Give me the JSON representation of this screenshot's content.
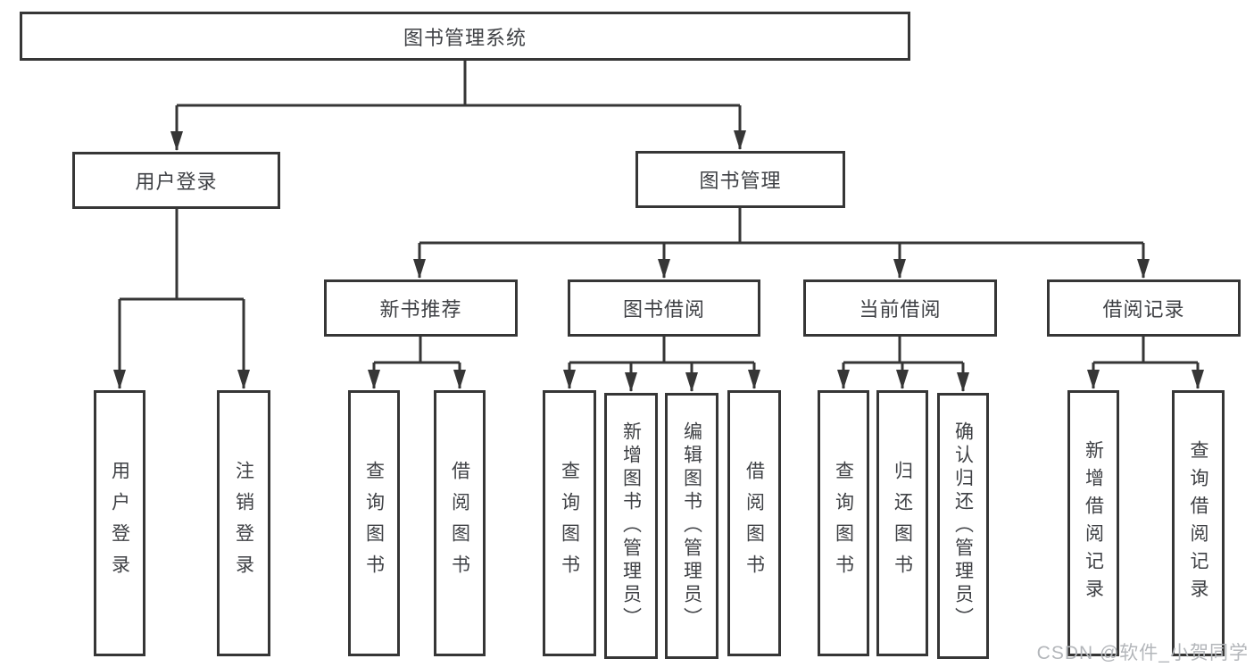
{
  "diagram": {
    "type": "hierarchy-tree",
    "colors": {
      "line": "#363636",
      "box_border": "#363636",
      "text": "#3f4145",
      "background": "#ffffff",
      "watermark_text_color": "#b3b6ba"
    },
    "tree": {
      "root": {
        "label": "图书管理系统",
        "children": [
          {
            "label": "用户登录",
            "children": [
              {
                "label": "用户登录"
              },
              {
                "label": "注销登录"
              }
            ]
          },
          {
            "label": "图书管理",
            "children": [
              {
                "label": "新书推荐",
                "children": [
                  {
                    "label": "查询图书"
                  },
                  {
                    "label": "借阅图书"
                  }
                ]
              },
              {
                "label": "图书借阅",
                "children": [
                  {
                    "label": "查询图书"
                  },
                  {
                    "label": "新增图书（管理员）"
                  },
                  {
                    "label": "编辑图书（管理员）"
                  },
                  {
                    "label": "借阅图书"
                  }
                ]
              },
              {
                "label": "当前借阅",
                "children": [
                  {
                    "label": "查询图书"
                  },
                  {
                    "label": "归还图书"
                  },
                  {
                    "label": "确认归还（管理员）"
                  }
                ]
              },
              {
                "label": "借阅记录",
                "children": [
                  {
                    "label": "新增借阅记录"
                  },
                  {
                    "label": "查询借阅记录"
                  }
                ]
              }
            ]
          }
        ]
      }
    },
    "watermark": "CSDN @软件_小贺同学"
  }
}
